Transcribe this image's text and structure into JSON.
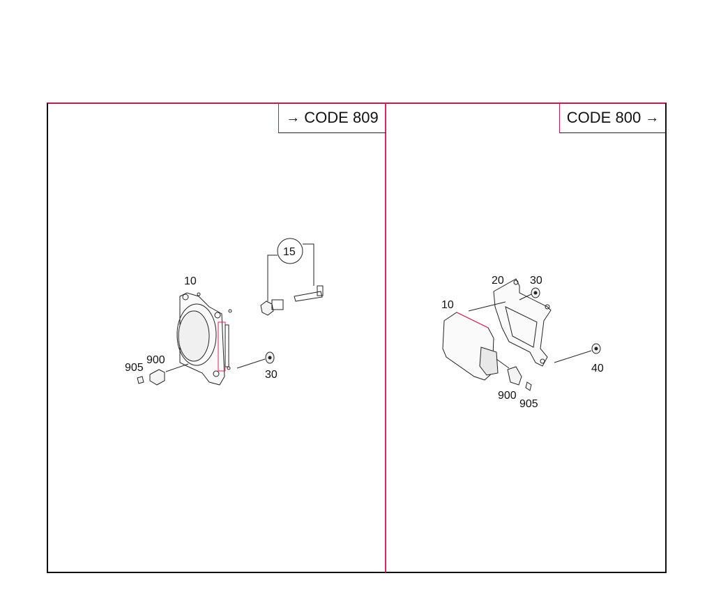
{
  "left_panel": {
    "code_label": "CODE 809",
    "arrow": "→",
    "callouts": {
      "item_10": "10",
      "item_15": "15",
      "item_30": "30",
      "item_900": "900",
      "item_905": "905"
    }
  },
  "right_panel": {
    "code_label": "CODE 800",
    "arrow": "→",
    "callouts": {
      "item_10": "10",
      "item_20": "20",
      "item_30": "30",
      "item_40": "40",
      "item_900": "900",
      "item_905": "905"
    }
  },
  "colors": {
    "frame_accent": "#c8184a",
    "divider": "#e0245e",
    "line": "#111111"
  }
}
